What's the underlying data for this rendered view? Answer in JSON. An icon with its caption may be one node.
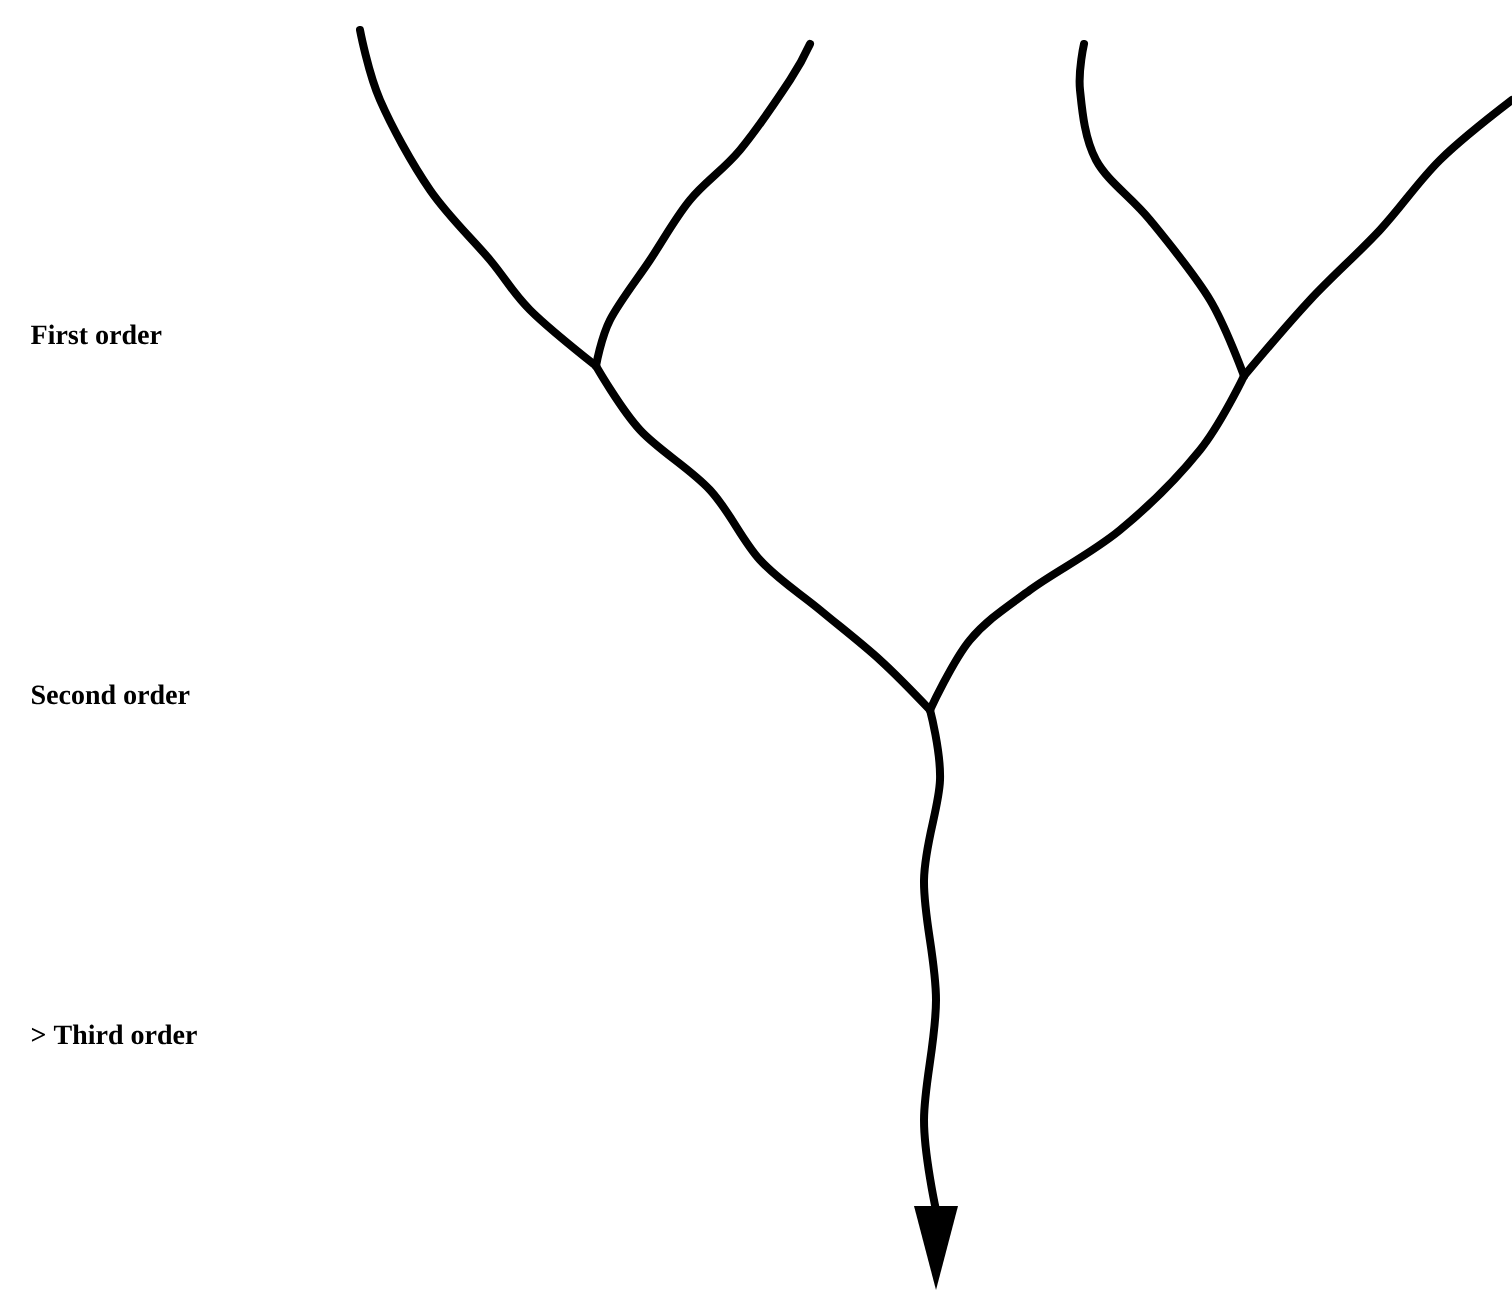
{
  "diagram": {
    "labels": [
      "First order",
      "Second order",
      "> Third order"
    ]
  }
}
